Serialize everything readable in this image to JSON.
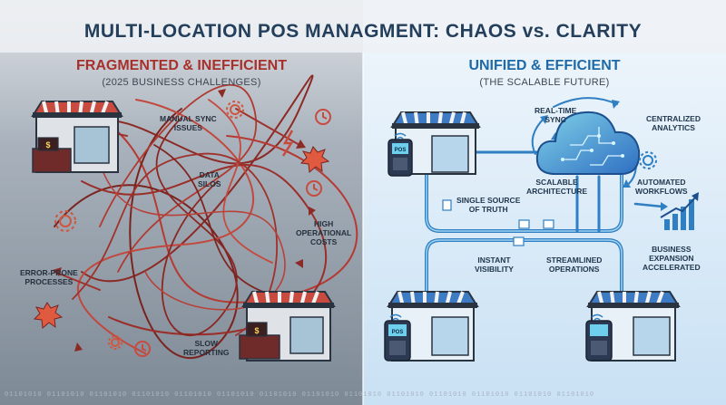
{
  "title": "MULTI-LOCATION POS MANAGMENT: CHAOS vs. CLARITY",
  "left": {
    "heading": "FRAGMENTED & INEFFICIENT",
    "subheading": "(2025 BUSINESS CHALLENGES)",
    "labels": {
      "manual_sync": "MANUAL SYNC\nISSUES",
      "data_silos": "DATA\nSILOS",
      "high_costs": "HIGH\nOPERATIONAL\nCOSTS",
      "error_prone": "ERROR-PRONE\nPROCESSES",
      "slow_reporting": "SLOW\nREPORTING"
    }
  },
  "right": {
    "heading": "UNIFIED & EFFICIENT",
    "subheading": "(THE SCALABLE FUTURE)",
    "labels": {
      "realtime_sync": "REAL-TIME\nSYNC",
      "centralized": "CENTRALIZED\nANALYTICS",
      "scalable": "SCALABLE\nARCHITECTURE",
      "automated": "AUTOMATED\nWORKFLOWS",
      "single_source": "SINGLE SOURCE\nOF TRUTH",
      "instant": "INSTANT\nVISIBILITY",
      "streamlined": "STREAMLINED\nOPERATIONS",
      "expansion": "BUSINESS\nEXPANSION\nACCELERATED"
    },
    "pos_label": "POS"
  },
  "binary_strip": "01101010 01101010 01101010 01101010 01101010 01101010 01101010 01101010 01101010 01101010 01101010 01101010 01101010 01101010",
  "colors": {
    "chaos": "#a8302c",
    "clarity": "#1f6aa6",
    "title": "#243f5c"
  }
}
